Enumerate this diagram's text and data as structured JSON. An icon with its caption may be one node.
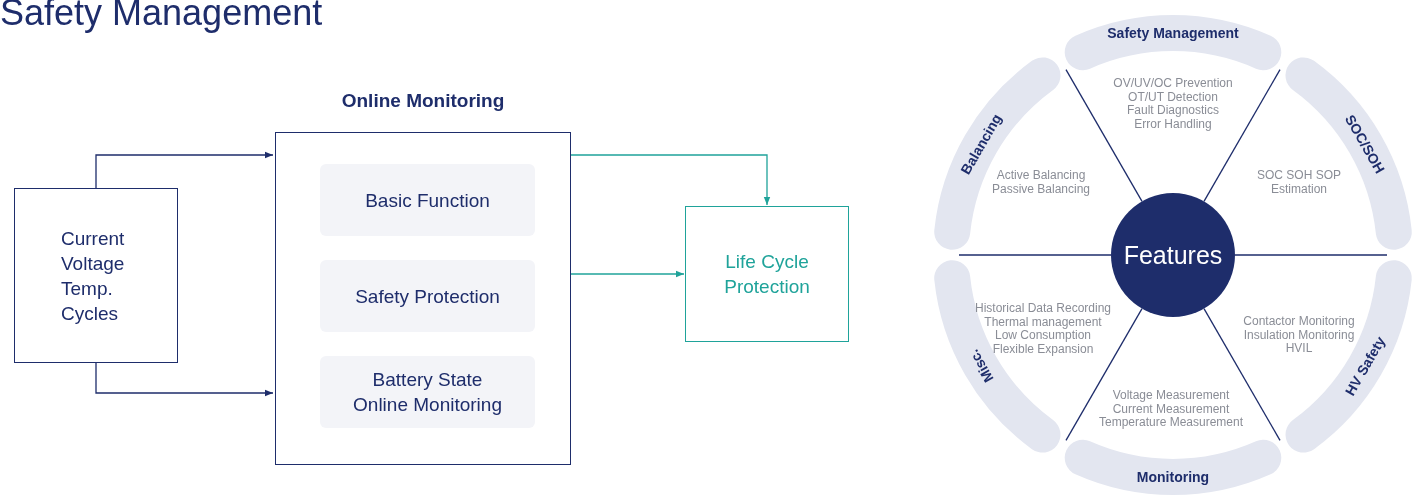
{
  "diagram": {
    "title": "Safety Management",
    "nodes": [
      {
        "text": [
          "Current Voltage Temp. Cycles"
        ]
      },
      {
        "text": [
          "Online Monitoring"
        ]
      },
      {
        "text": [
          "Basic Function"
        ],
        "in": 1
      },
      {
        "text": [
          "Safety Protection"
        ],
        "in": 1
      },
      {
        "text": [
          "Battery State Online Monitoring"
        ],
        "in": 1
      },
      {
        "text": [
          "Life Cycle Protection"
        ]
      },
      {
        "text": [
          "Features"
        ]
      },
      {
        "text": [
          "Safety Management"
        ]
      },
      {
        "text": [
          "SOC/SOH"
        ]
      },
      {
        "text": [
          "HV Safety"
        ]
      },
      {
        "text": [
          "Monitoring"
        ]
      },
      {
        "text": [
          "Misc."
        ]
      },
      {
        "text": [
          "Balancing"
        ]
      }
    ],
    "edges": [
      {
        "from": 0,
        "to": 1,
        "arrow": "to",
        "color": "#1e2d6b"
      },
      {
        "from": 0,
        "to": 1,
        "arrow": "to",
        "color": "#1e2d6b"
      },
      {
        "from": 1,
        "to": 5,
        "arrow": "to",
        "color": "#1fa39a"
      },
      {
        "from": 1,
        "to": 5,
        "arrow": "to",
        "color": "#1fa39a"
      }
    ],
    "labels": [
      "OV/UV/OC Prevention",
      "OT/UT Detection",
      "Fault Diagnostics",
      "Error Handling",
      "Active Balancing",
      "Passive Balancing",
      "SOC SOH SOP",
      "Estimation",
      "Historical Data Recording",
      "Thermal management",
      "Low Consumption",
      "Flexible Expansion",
      "Contactor Monitoring",
      "Insulation Monitoring",
      "HVIL",
      "Voltage Measurement",
      "Current Measurement",
      "Temperature Measurement"
    ]
  }
}
